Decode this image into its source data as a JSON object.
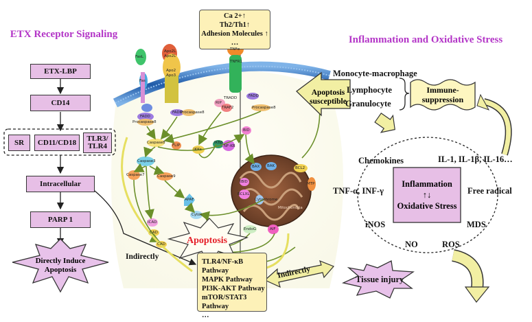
{
  "left_panel": {
    "title": "ETX Receptor Signaling",
    "boxes": {
      "etx_lbp": "ETX-LBP",
      "cd14": "CD14",
      "sr": "SR",
      "cd11_cd18": "CD11/CD18",
      "tlr3": "TLR3/",
      "tlr4": "TLR4",
      "intracellular": "Intracellular",
      "parp1": "PARP 1"
    },
    "star_line1": "Directly Induce",
    "star_line2": "Apoptosis"
  },
  "center": {
    "top_box": [
      "Ca 2+↑",
      "Th2/Th1↑",
      "Adhesion Molecules ↑",
      "…"
    ],
    "apoptosis": "Apoptosis",
    "indirectly": "Indirectly",
    "pathways": [
      "TLR4/NF-κB Pathway",
      "MAPK Pathway",
      "PI3K-AKT Pathway",
      "mTOR/STAT3 Pathway",
      "…"
    ],
    "receptors": [
      "FasL",
      "Fas",
      "Apo2L",
      "Apo2L",
      "Apo2",
      "Apo3",
      "TNFα",
      "TNFR1"
    ],
    "molecules": [
      "FADD",
      "Procaspase8",
      "FADD",
      "Procaspase8",
      "RIP",
      "TRADD",
      "TRAF2",
      "FADD",
      "Procaspase8",
      "Caspase8",
      "FLIP",
      "IKKs",
      "IKBβ",
      "NF-KB",
      "BID",
      "Caspase3",
      "Caspase7",
      "Caspase9",
      "APAF",
      "Cytoc",
      "ICAD",
      "CAD",
      "CAD",
      "BAX",
      "BAK",
      "BCL2",
      "MTP",
      "tBID",
      "BCLXL",
      "Mitochondria",
      "EndoG",
      "AIF",
      "Cytochrome"
    ]
  },
  "right_panel": {
    "title": "Inflammation and Oxidative Stress",
    "cells": [
      "Monocyte-macrophage",
      "Lymphocyte",
      "Granulocyte"
    ],
    "apoptosis_arrow": [
      "Apoptosis",
      "susceptible"
    ],
    "immune": [
      "Immune-",
      "suppression"
    ],
    "cycle_center": [
      "Inflammation",
      "↑↓",
      "Oxidative Stress"
    ],
    "cycle_labels": {
      "chemokines": "Chemokines",
      "il": "IL-1, IL-1β, IL-16…",
      "tnf": "TNF-α, INF-γ",
      "free_radical": "Free radical",
      "inos": "iNOS",
      "mds": "MDS",
      "no": "NO",
      "ros": "ROS"
    },
    "indirectly": "Indirectly",
    "tissue": "Tissue injury"
  },
  "colors": {
    "title": "#b335c7",
    "pink_box": "#e7bfe6",
    "yellow_box": "#fdf1b8",
    "arrow_yellow": "#f2efa3",
    "membrane": "#2a66b8",
    "mito": "#7a4a2e",
    "red": "#e5212a"
  }
}
